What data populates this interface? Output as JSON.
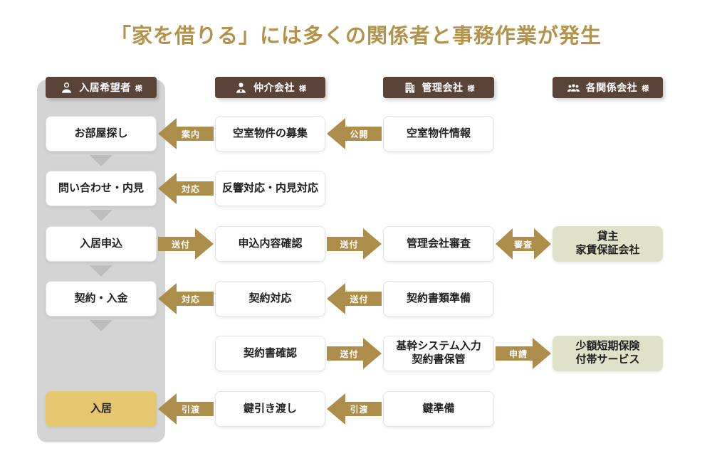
{
  "title": "「家を借りる」には多くの関係者と事務作業が発生",
  "colors": {
    "title_gold": "#b3934b",
    "badge_brown": "#5a4437",
    "arrow_gold": "#ad8d4a",
    "panel_gray": "#d4d4d4",
    "triangle_gray": "#bdbdbd",
    "highlight_gold": "#e4c76f",
    "sage_green": "#dfe2c8",
    "box_text": "#1f1f1f"
  },
  "columns": [
    {
      "label": "入居希望者",
      "suffix": "様",
      "icon": "person-icon"
    },
    {
      "label": "仲介会社",
      "suffix": "様",
      "icon": "business-person-icon"
    },
    {
      "label": "管理会社",
      "suffix": "様",
      "icon": "building-icon"
    },
    {
      "label": "各関係会社",
      "suffix": "様",
      "icon": "people-group-icon"
    }
  ],
  "boxes": [
    {
      "id": "room-search",
      "label": "お部屋探し",
      "col": 0,
      "row": 0,
      "variant": "white"
    },
    {
      "id": "inquiry-viewing",
      "label": "問い合わせ・内見",
      "col": 0,
      "row": 1,
      "variant": "white"
    },
    {
      "id": "move-in-application",
      "label": "入居申込",
      "col": 0,
      "row": 2,
      "variant": "white"
    },
    {
      "id": "contract-payment",
      "label": "契約・入金",
      "col": 0,
      "row": 3,
      "variant": "white"
    },
    {
      "id": "move-in",
      "label": "入居",
      "col": 0,
      "row": 5,
      "variant": "gold"
    },
    {
      "id": "vacancy-listing",
      "label": "空室物件の募集",
      "col": 1,
      "row": 0,
      "variant": "white"
    },
    {
      "id": "response-viewing-support",
      "label": "反響対応・内見対応",
      "col": 1,
      "row": 1,
      "variant": "white"
    },
    {
      "id": "application-check",
      "label": "申込内容確認",
      "col": 1,
      "row": 2,
      "variant": "white"
    },
    {
      "id": "contract-handling",
      "label": "契約対応",
      "col": 1,
      "row": 3,
      "variant": "white"
    },
    {
      "id": "contract-confirmation",
      "label": "契約書確認",
      "col": 1,
      "row": 4,
      "variant": "white"
    },
    {
      "id": "key-handover",
      "label": "鍵引き渡し",
      "col": 1,
      "row": 5,
      "variant": "white"
    },
    {
      "id": "vacancy-info",
      "label": "空室物件情報",
      "col": 2,
      "row": 0,
      "variant": "white"
    },
    {
      "id": "management-screening",
      "label": "管理会社審査",
      "col": 2,
      "row": 2,
      "variant": "white"
    },
    {
      "id": "contract-docs-preparation",
      "label": "契約書類準備",
      "col": 2,
      "row": 3,
      "variant": "white"
    },
    {
      "id": "system-entry-storage",
      "label": "基幹システム入力\n契約書保管",
      "col": 2,
      "row": 4,
      "variant": "white"
    },
    {
      "id": "key-preparation",
      "label": "鍵準備",
      "col": 2,
      "row": 5,
      "variant": "white"
    },
    {
      "id": "landlord-guarantor",
      "label": "貸主\n家賃保証会社",
      "col": 3,
      "row": 2,
      "variant": "sage"
    },
    {
      "id": "insurance-services",
      "label": "少額短期保険\n付帯サービス",
      "col": 3,
      "row": 4,
      "variant": "sage"
    }
  ],
  "arrows": [
    {
      "id": "guide",
      "label": "案内",
      "row": 0,
      "gap": 0,
      "direction": "left"
    },
    {
      "id": "publish",
      "label": "公開",
      "row": 0,
      "gap": 1,
      "direction": "left"
    },
    {
      "id": "respond",
      "label": "対応",
      "row": 1,
      "gap": 0,
      "direction": "left"
    },
    {
      "id": "send-application",
      "label": "送付",
      "row": 2,
      "gap": 0,
      "direction": "right"
    },
    {
      "id": "send-to-management",
      "label": "送付",
      "row": 2,
      "gap": 1,
      "direction": "right"
    },
    {
      "id": "screening",
      "label": "審査",
      "row": 2,
      "gap": 2,
      "direction": "both"
    },
    {
      "id": "contract-respond",
      "label": "対応",
      "row": 3,
      "gap": 0,
      "direction": "left"
    },
    {
      "id": "send-docs",
      "label": "送付",
      "row": 3,
      "gap": 1,
      "direction": "left"
    },
    {
      "id": "send-contract",
      "label": "送付",
      "row": 4,
      "gap": 1,
      "direction": "right"
    },
    {
      "id": "apply-insurance",
      "label": "申請",
      "row": 4,
      "gap": 2,
      "direction": "right"
    },
    {
      "id": "handover-to-tenant",
      "label": "引渡",
      "row": 5,
      "gap": 0,
      "direction": "left"
    },
    {
      "id": "handover-keys",
      "label": "引渡",
      "row": 5,
      "gap": 1,
      "direction": "left"
    }
  ]
}
